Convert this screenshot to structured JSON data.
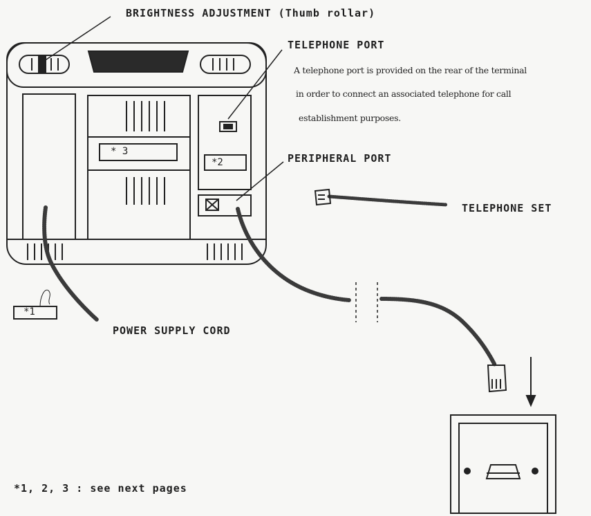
{
  "labels": {
    "brightness": "BRIGHTNESS ADJUSTMENT (Thumb rollar)",
    "telephone_port": "TELEPHONE PORT",
    "peripheral_port": "PERIPHERAL PORT",
    "telephone_set": "TELEPHONE SET",
    "power_supply_cord": "POWER SUPPLY CORD",
    "footnote": "*1, 2, 3 : see next pages"
  },
  "telephone_port_description": [
    "A telephone port is provided on the rear of the terminal",
    "in order to connect an associated telephone for call",
    "establishment purposes."
  ],
  "markers": {
    "m1": "*1",
    "m2": "*2",
    "m3": "* 3"
  }
}
